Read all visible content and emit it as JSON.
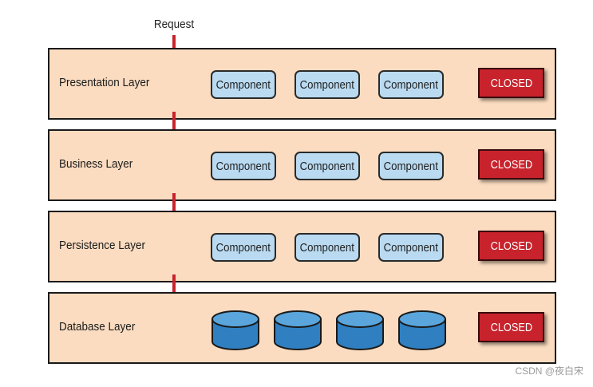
{
  "request_label": "Request",
  "layers": [
    {
      "title": "Presentation Layer",
      "components": [
        "Component",
        "Component",
        "Component"
      ],
      "status": "CLOSED"
    },
    {
      "title": "Business Layer",
      "components": [
        "Component",
        "Component",
        "Component"
      ],
      "status": "CLOSED"
    },
    {
      "title": "Persistence Layer",
      "components": [
        "Component",
        "Component",
        "Component"
      ],
      "status": "CLOSED"
    },
    {
      "title": "Database Layer",
      "databases": 4,
      "status": "CLOSED"
    }
  ],
  "watermark": "CSDN @夜白宋",
  "colors": {
    "layer_fill": "#fbdcc0",
    "component_fill": "#b9daf1",
    "closed_fill": "#c8232c",
    "arrow": "#c8232c",
    "database": "#2f7fc1"
  }
}
